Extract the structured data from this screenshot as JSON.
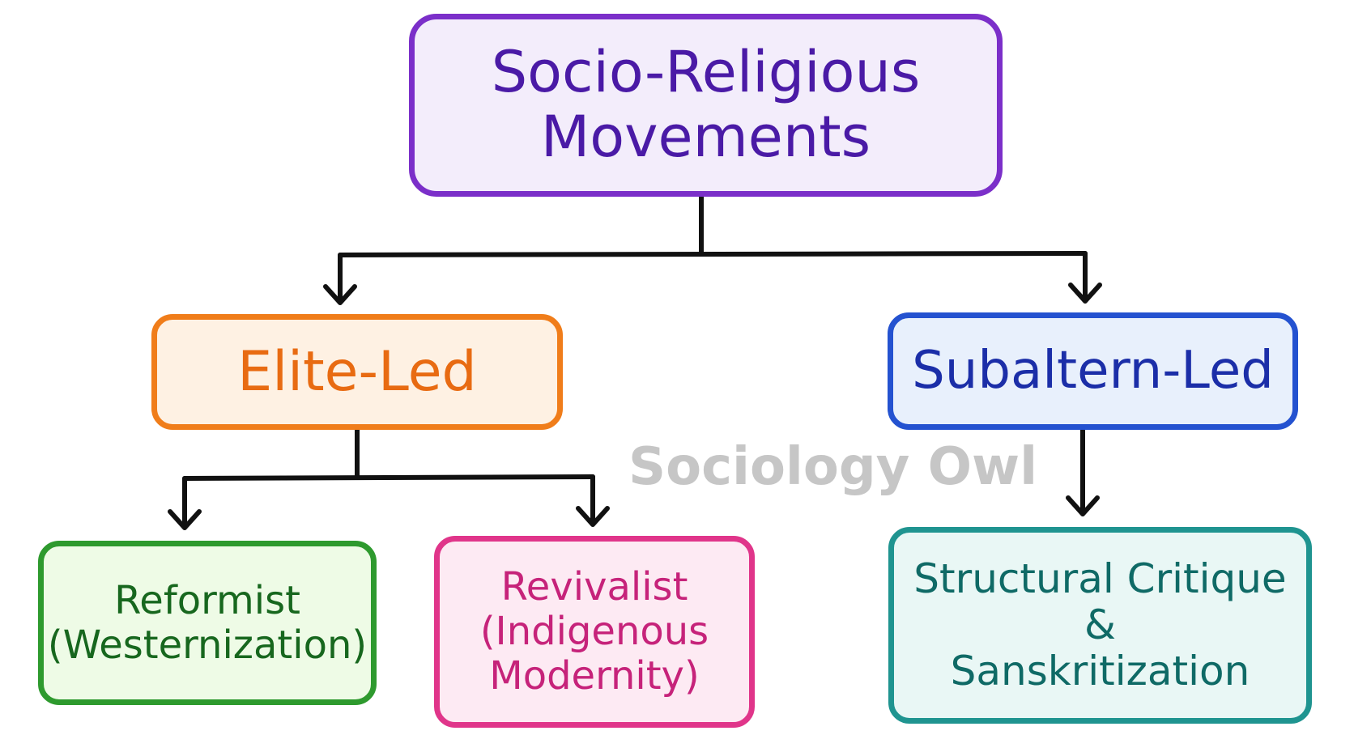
{
  "root": {
    "lines": [
      "Socio-Religious",
      "Movements"
    ]
  },
  "elite": {
    "lines": [
      "Elite-Led"
    ]
  },
  "subaltern": {
    "lines": [
      "Subaltern-Led"
    ]
  },
  "reformist": {
    "lines": [
      "Reformist",
      "(Westernization)"
    ]
  },
  "revivalist": {
    "lines": [
      "Revivalist",
      "(Indigenous",
      "Modernity)"
    ]
  },
  "structural": {
    "lines": [
      "Structural Critique",
      "&",
      "Sanskritization"
    ]
  },
  "watermark": "Sociology Owl",
  "colors": {
    "root": "#7b2fc9",
    "elite": "#f07d1a",
    "subaltern": "#2452d0",
    "reformist": "#2e9a2e",
    "revivalist": "#e0358a",
    "structural": "#1f9490",
    "connector": "#111111"
  }
}
